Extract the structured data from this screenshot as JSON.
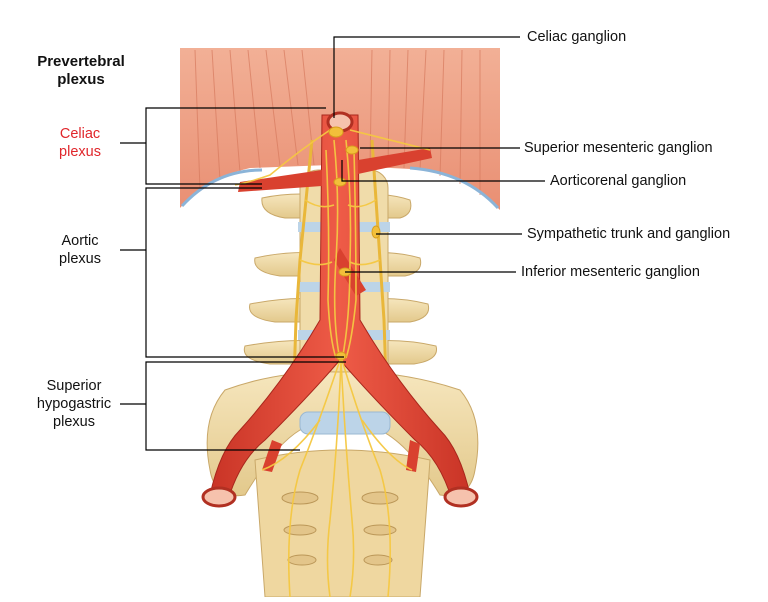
{
  "heading": {
    "line1": "Prevertebral",
    "line2": "plexus"
  },
  "left_labels": [
    {
      "line1": "Celiac",
      "line2": "plexus"
    },
    {
      "line1": "Aortic",
      "line2": "plexus"
    },
    {
      "line1": "Superior",
      "line2": "hypogastric",
      "line3": "plexus"
    }
  ],
  "right_labels": [
    "Celiac ganglion",
    "Superior mesenteric ganglion",
    "Aorticorenal ganglion",
    "Sympathetic trunk and ganglion",
    "Inferior mesenteric ganglion"
  ],
  "colors": {
    "accent_label": "#e0262b",
    "artery": "#e2483a",
    "muscle": "#eea58a",
    "bone": "#efd9a6",
    "nerve": "#f5c842"
  }
}
